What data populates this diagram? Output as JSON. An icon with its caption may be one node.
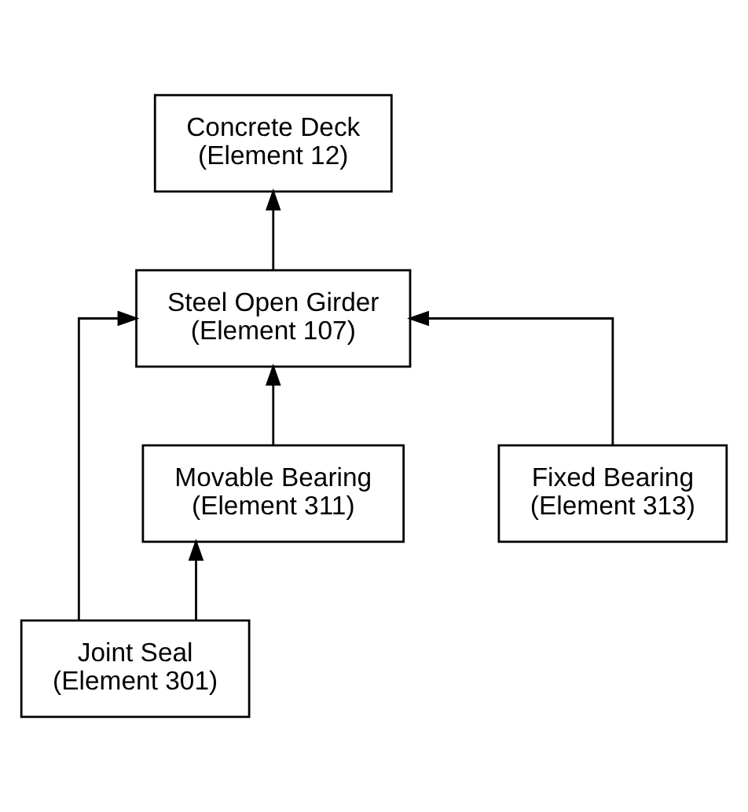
{
  "diagram": {
    "nodes": [
      {
        "text": [
          "Concrete Deck (Element 12)"
        ]
      },
      {
        "text": [
          "Steel Open Girder (Element 107)"
        ]
      },
      {
        "text": [
          "Movable Bearing (Element 311)"
        ]
      },
      {
        "text": [
          "Fixed Bearing (Element 313)"
        ]
      },
      {
        "text": [
          "Joint Seal (Element 301)"
        ]
      }
    ],
    "edges": [
      {
        "from": 1,
        "to": 0,
        "arrow": "to"
      },
      {
        "from": 2,
        "to": 1,
        "arrow": "to"
      },
      {
        "from": 3,
        "to": 1,
        "arrow": "to"
      },
      {
        "from": 4,
        "to": 1,
        "arrow": "to"
      },
      {
        "from": 4,
        "to": 2,
        "arrow": "to"
      }
    ]
  }
}
